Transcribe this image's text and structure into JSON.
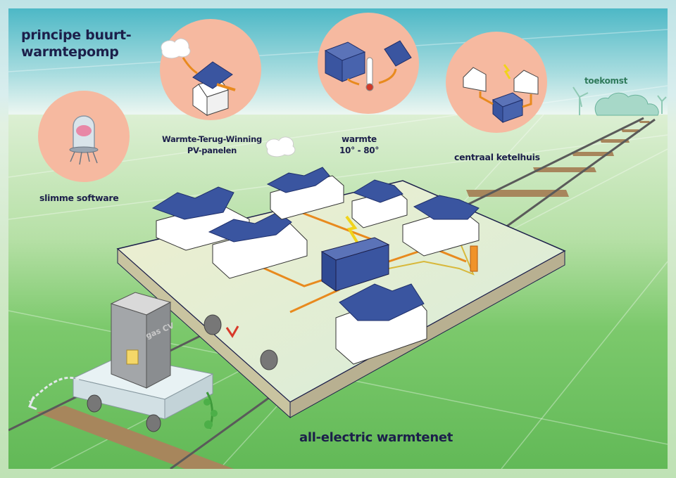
{
  "title": {
    "line1": "principe buurt-",
    "line2": "warmtepomp"
  },
  "bubbles": [
    {
      "id": "software",
      "label": "slimme software",
      "icon": "brain-in-jar-icon"
    },
    {
      "id": "wtw",
      "label_line1": "Warmte-Terug-Winning",
      "label_line2": "PV-panelen",
      "icon": "pv-house-cloud-icon"
    },
    {
      "id": "warmte",
      "label_line1": "warmte",
      "label_line2": "10° - 80°",
      "icon": "container-thermometer-icon"
    },
    {
      "id": "ketelhuis",
      "label": "centraal ketelhuis",
      "icon": "central-boiler-icon"
    }
  ],
  "horizon": {
    "label": "toekomst"
  },
  "platform": {
    "label": "all-electric warmtenet"
  },
  "wagon": {
    "label": "gas CV"
  },
  "colors": {
    "bubble": "#f6b9a0",
    "text": "#1c1f4a",
    "panel": "#3a55a0",
    "pipe": "#e88a1e",
    "grass": "#6cbf5e",
    "sky": "#5bc0cc",
    "toekomst": "#2f7a5b"
  }
}
